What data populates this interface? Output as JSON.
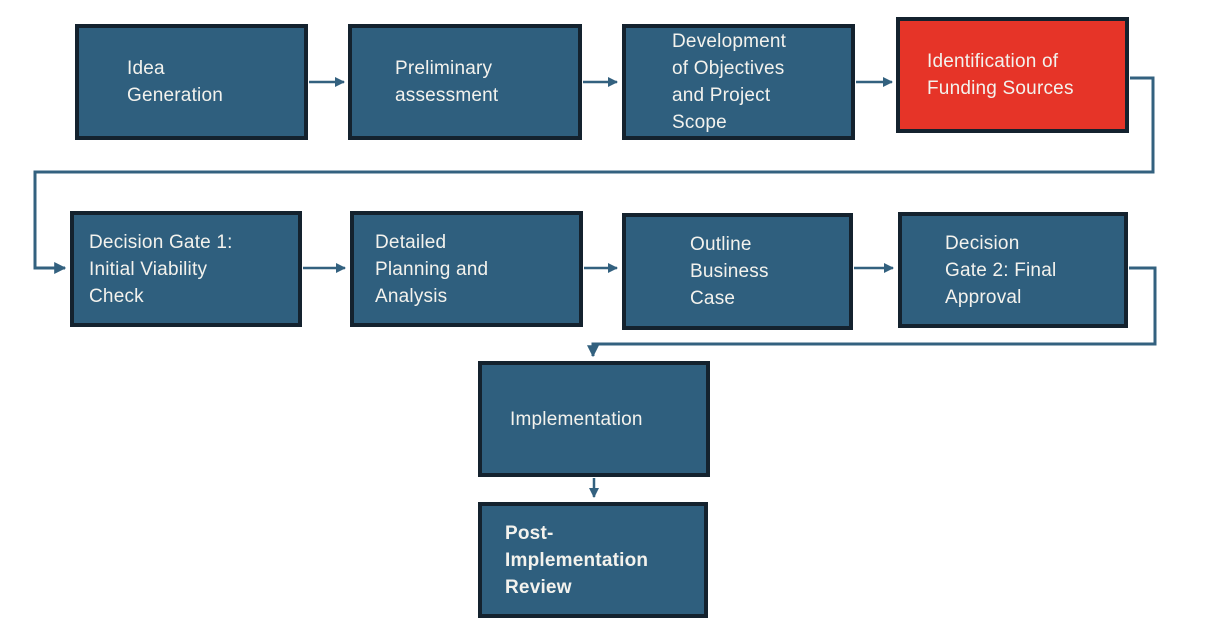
{
  "diagram": {
    "type": "flowchart",
    "background": "#FFFFFF"
  },
  "colors": {
    "box-fill": "#2F5F7E",
    "box-border": "#14222E",
    "highlight-fill": "#E63428",
    "connector": "#33617F",
    "text": "#F3F2ED"
  },
  "nodes": [
    {
      "id": "idea-generation",
      "label": "Idea\nGeneration",
      "highlighted": false
    },
    {
      "id": "preliminary-assessment",
      "label": "Preliminary\nassessment",
      "highlighted": false
    },
    {
      "id": "development-objectives-scope",
      "label": "Development\nof Objectives\nand Project\nScope",
      "highlighted": false
    },
    {
      "id": "identification-funding-sources",
      "label": "Identification of\nFunding Sources",
      "highlighted": true
    },
    {
      "id": "decision-gate-1",
      "label": "Decision Gate 1:\nInitial Viability\nCheck",
      "highlighted": false
    },
    {
      "id": "detailed-planning-analysis",
      "label": "Detailed\nPlanning and\nAnalysis",
      "highlighted": false
    },
    {
      "id": "outline-business-case",
      "label": "Outline\nBusiness\nCase",
      "highlighted": false
    },
    {
      "id": "decision-gate-2",
      "label": "Decision\nGate 2: Final\nApproval",
      "highlighted": false
    },
    {
      "id": "implementation",
      "label": "Implementation",
      "highlighted": false
    },
    {
      "id": "post-implementation-review",
      "label": "Post-\nImplementation\nReview",
      "highlighted": false,
      "bold": true
    }
  ],
  "edges": [
    {
      "from": "idea-generation",
      "to": "preliminary-assessment"
    },
    {
      "from": "preliminary-assessment",
      "to": "development-objectives-scope"
    },
    {
      "from": "development-objectives-scope",
      "to": "identification-funding-sources"
    },
    {
      "from": "identification-funding-sources",
      "to": "decision-gate-1"
    },
    {
      "from": "decision-gate-1",
      "to": "detailed-planning-analysis"
    },
    {
      "from": "detailed-planning-analysis",
      "to": "outline-business-case"
    },
    {
      "from": "outline-business-case",
      "to": "decision-gate-2"
    },
    {
      "from": "decision-gate-2",
      "to": "implementation"
    },
    {
      "from": "implementation",
      "to": "post-implementation-review"
    }
  ]
}
